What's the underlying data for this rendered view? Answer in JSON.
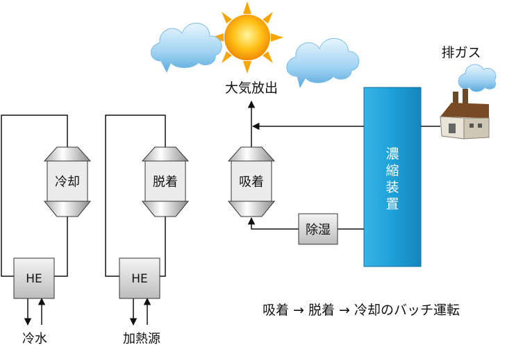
{
  "labels": {
    "release": "大気放出",
    "exhaust": "排ガス",
    "concentrator": [
      "濃",
      "縮",
      "装",
      "置"
    ],
    "dehumidifier": "除湿",
    "adsorb": "吸着",
    "desorb": "脱着",
    "cool": "冷却",
    "he_left": "HE",
    "he_right": "HE",
    "cold_water": "冷水",
    "heat_source": "加熱源",
    "sequence": "吸着 → 脱着 → 冷却のバッチ運転"
  },
  "colors": {
    "concentrator_fill": "#1ea0d8",
    "vessel_fill": "#d9d9d9",
    "line": "#111111"
  },
  "icons": [
    "sun-icon",
    "cloud-icon",
    "factory-icon",
    "smoke-icon"
  ]
}
